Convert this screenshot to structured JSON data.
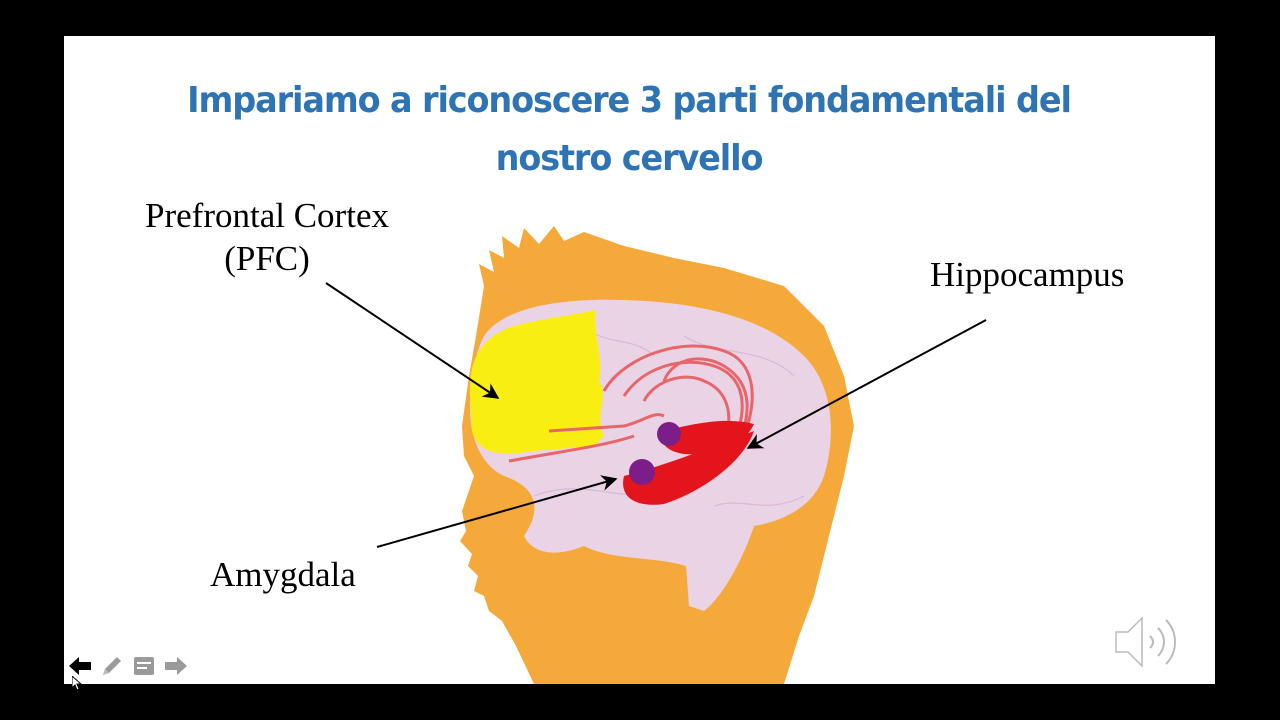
{
  "slide": {
    "title_line1": "Impariamo a riconoscere 3 parti fondamentali del",
    "title_line2": "nostro cervello",
    "title_color": "#2E74B5",
    "labels": {
      "pfc_line1": "Prefrontal Cortex",
      "pfc_line2": "(PFC)",
      "hippocampus": "Hippocampus",
      "amygdala": "Amygdala"
    },
    "illustration": {
      "head_color": "#F5A93B",
      "brain_color": "#EBD3E6",
      "pfc_color": "#F9EE12",
      "limbic_color": "#E3141C",
      "amygdala_color": "#7B1E8A"
    }
  },
  "controls": {
    "prev": "back-arrow-icon",
    "pen": "pen-icon",
    "menu": "slide-menu-icon",
    "next": "forward-arrow-icon",
    "audio": "speaker-icon"
  }
}
